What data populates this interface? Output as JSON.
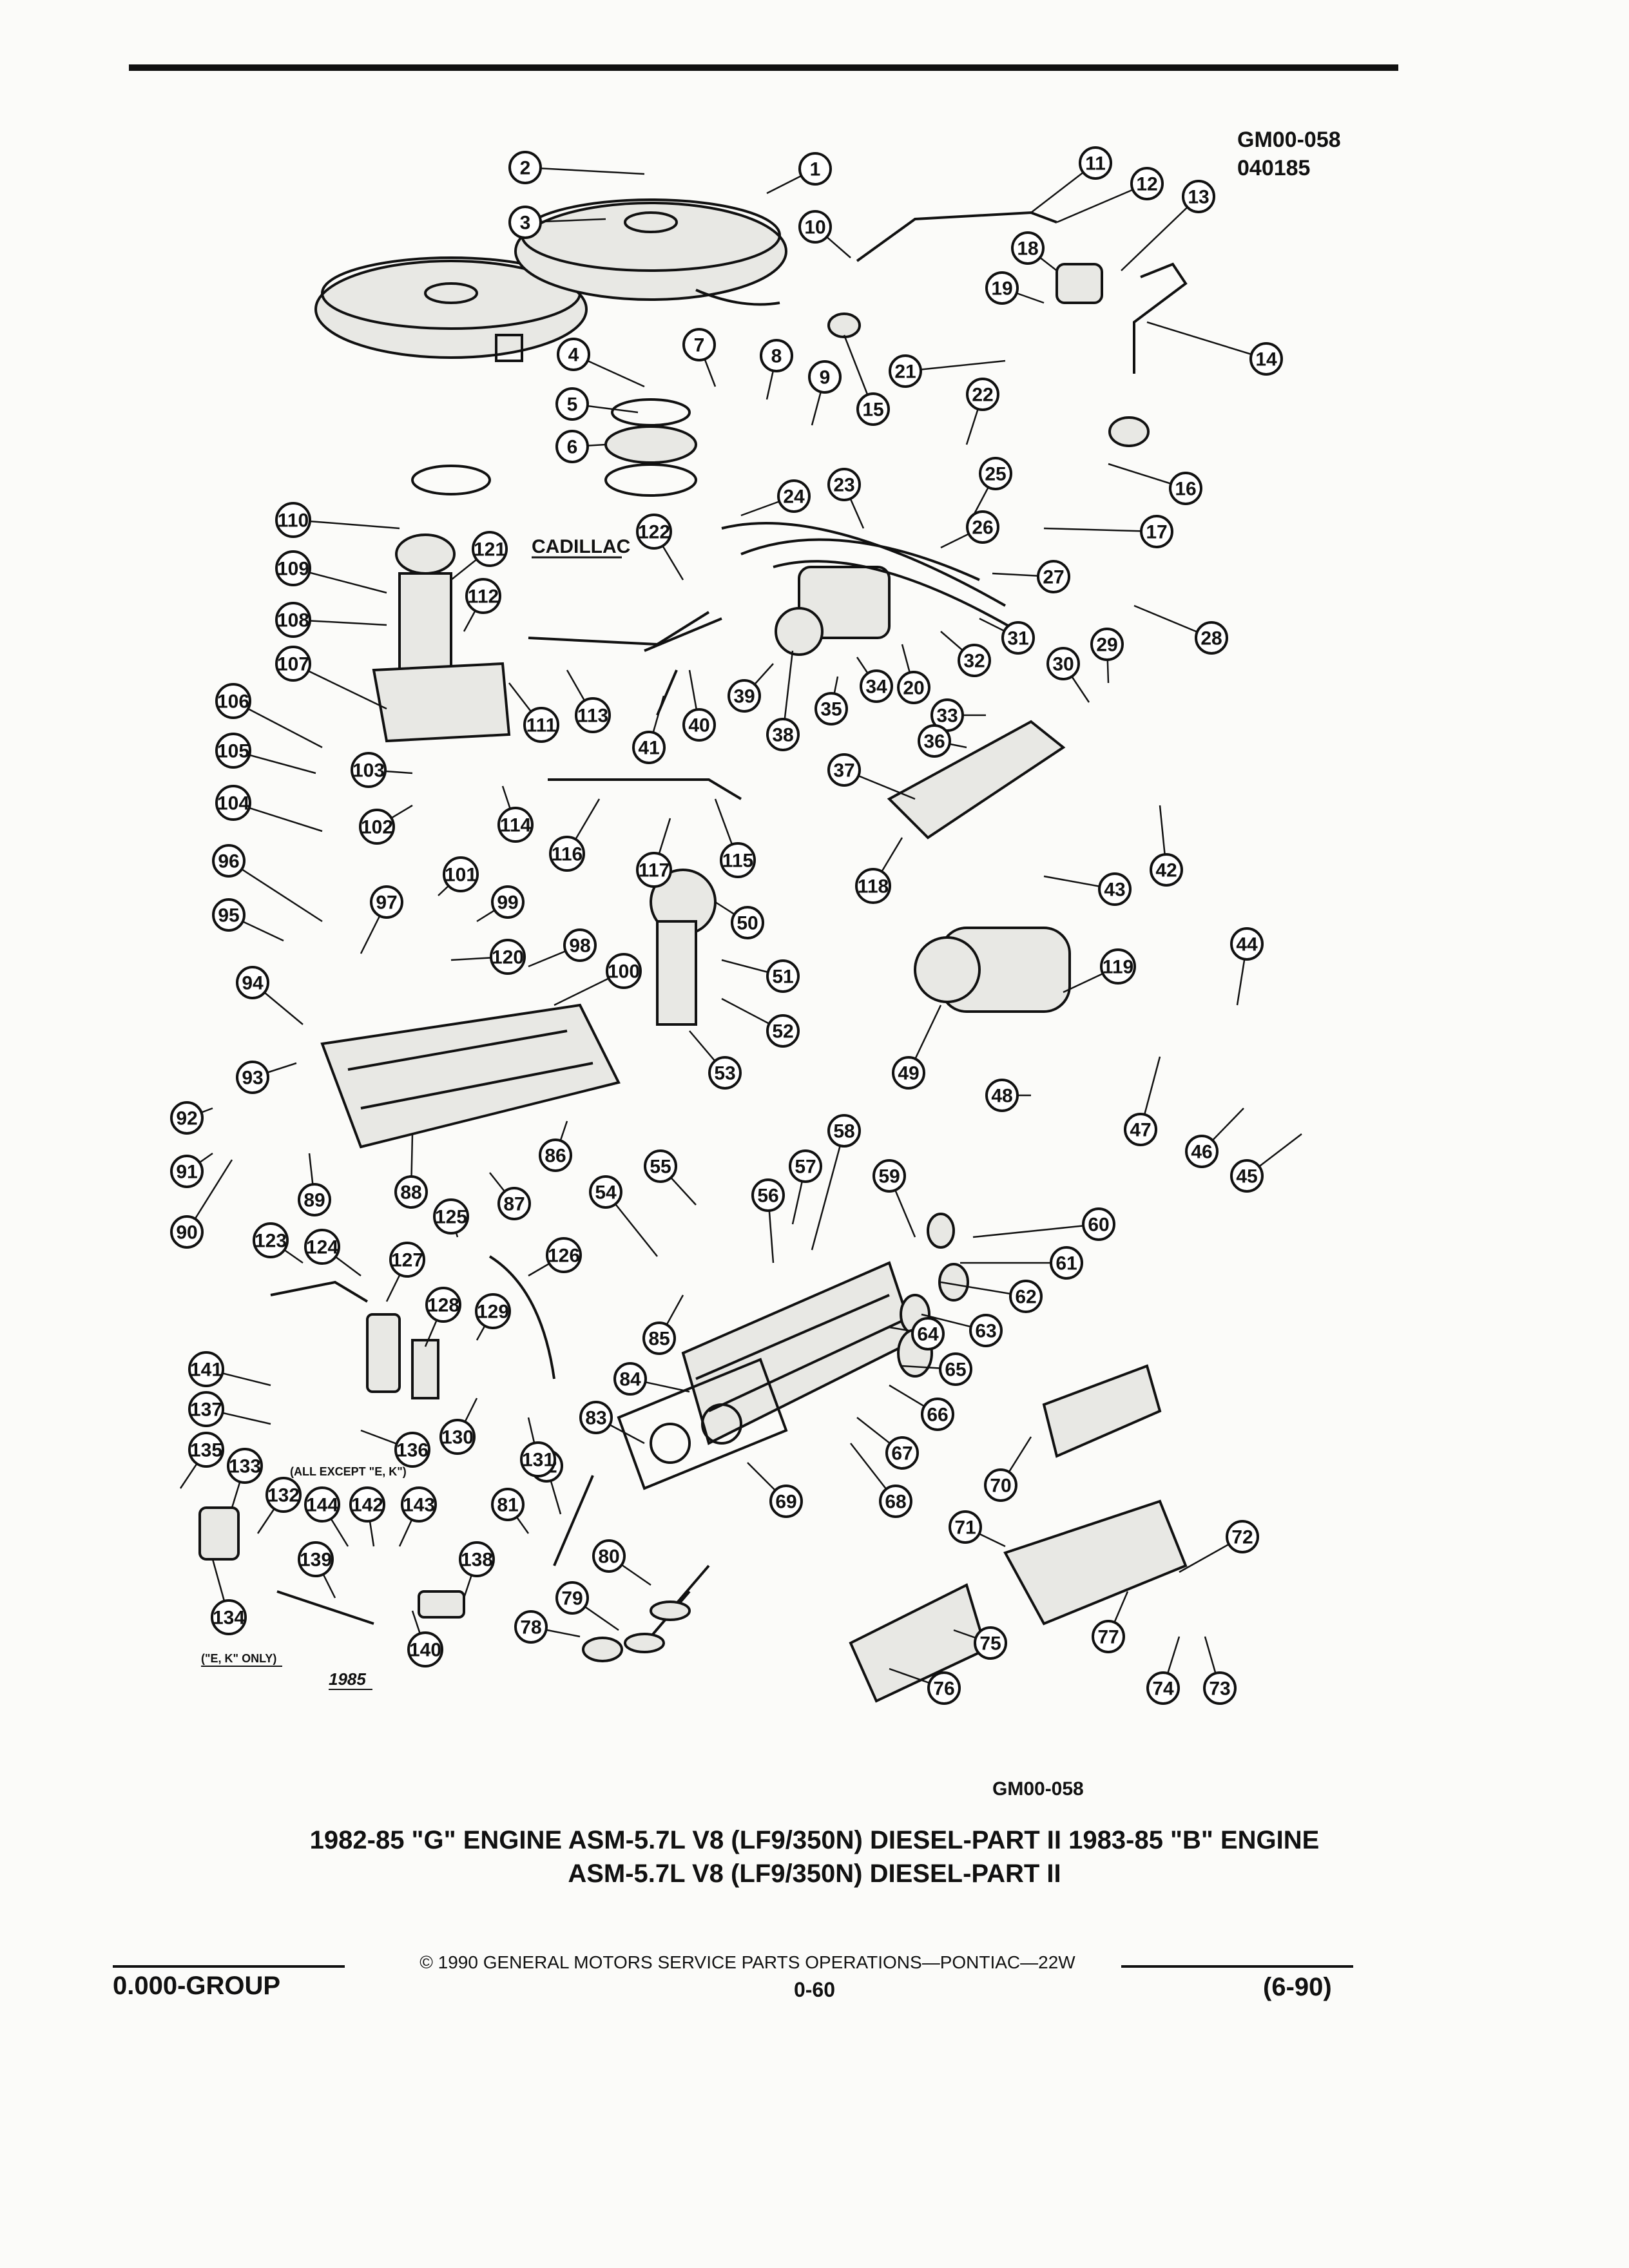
{
  "header": {
    "ref_code": "GM00-058",
    "ref_date": "040185"
  },
  "diagram": {
    "labels": {
      "cadillac": "CADILLAC",
      "all_except": "(ALL EXCEPT \"E, K\")",
      "ek_only": "(\"E, K\" ONLY)",
      "year": "1985"
    },
    "callouts": [
      "1",
      "2",
      "3",
      "4",
      "5",
      "6",
      "7",
      "8",
      "9",
      "10",
      "11",
      "12",
      "13",
      "14",
      "15",
      "16",
      "17",
      "18",
      "19",
      "20",
      "21",
      "22",
      "23",
      "24",
      "25",
      "26",
      "27",
      "28",
      "29",
      "30",
      "31",
      "32",
      "33",
      "34",
      "35",
      "36",
      "37",
      "38",
      "39",
      "40",
      "41",
      "42",
      "43",
      "44",
      "45",
      "46",
      "47",
      "48",
      "49",
      "50",
      "51",
      "52",
      "53",
      "54",
      "55",
      "56",
      "57",
      "58",
      "59",
      "60",
      "61",
      "62",
      "63",
      "64",
      "65",
      "66",
      "67",
      "68",
      "69",
      "70",
      "71",
      "72",
      "73",
      "74",
      "75",
      "76",
      "77",
      "78",
      "79",
      "80",
      "81",
      "82",
      "83",
      "84",
      "85",
      "86",
      "87",
      "88",
      "89",
      "90",
      "91",
      "92",
      "93",
      "94",
      "95",
      "96",
      "97",
      "98",
      "99",
      "100",
      "101",
      "102",
      "103",
      "104",
      "105",
      "106",
      "107",
      "108",
      "109",
      "110",
      "111",
      "112",
      "113",
      "114",
      "115",
      "116",
      "117",
      "118",
      "119",
      "120",
      "121",
      "122",
      "123",
      "124",
      "125",
      "126",
      "127",
      "128",
      "129",
      "130",
      "131",
      "132",
      "133",
      "134",
      "135",
      "136",
      "137",
      "138",
      "139",
      "140",
      "141",
      "142",
      "143",
      "144"
    ]
  },
  "footer": {
    "ref_code": "GM00-058",
    "caption_line1": "1982-85 \"G\" ENGINE ASM-5.7L V8 (LF9/350N) DIESEL-PART II 1983-85 \"B\" ENGINE",
    "caption_line2": "ASM-5.7L V8 (LF9/350N) DIESEL-PART II",
    "copyright": "© 1990 GENERAL MOTORS SERVICE PARTS OPERATIONS—PONTIAC—22W",
    "group": "0.000-GROUP",
    "page_number": "0-60",
    "date": "(6-90)"
  }
}
